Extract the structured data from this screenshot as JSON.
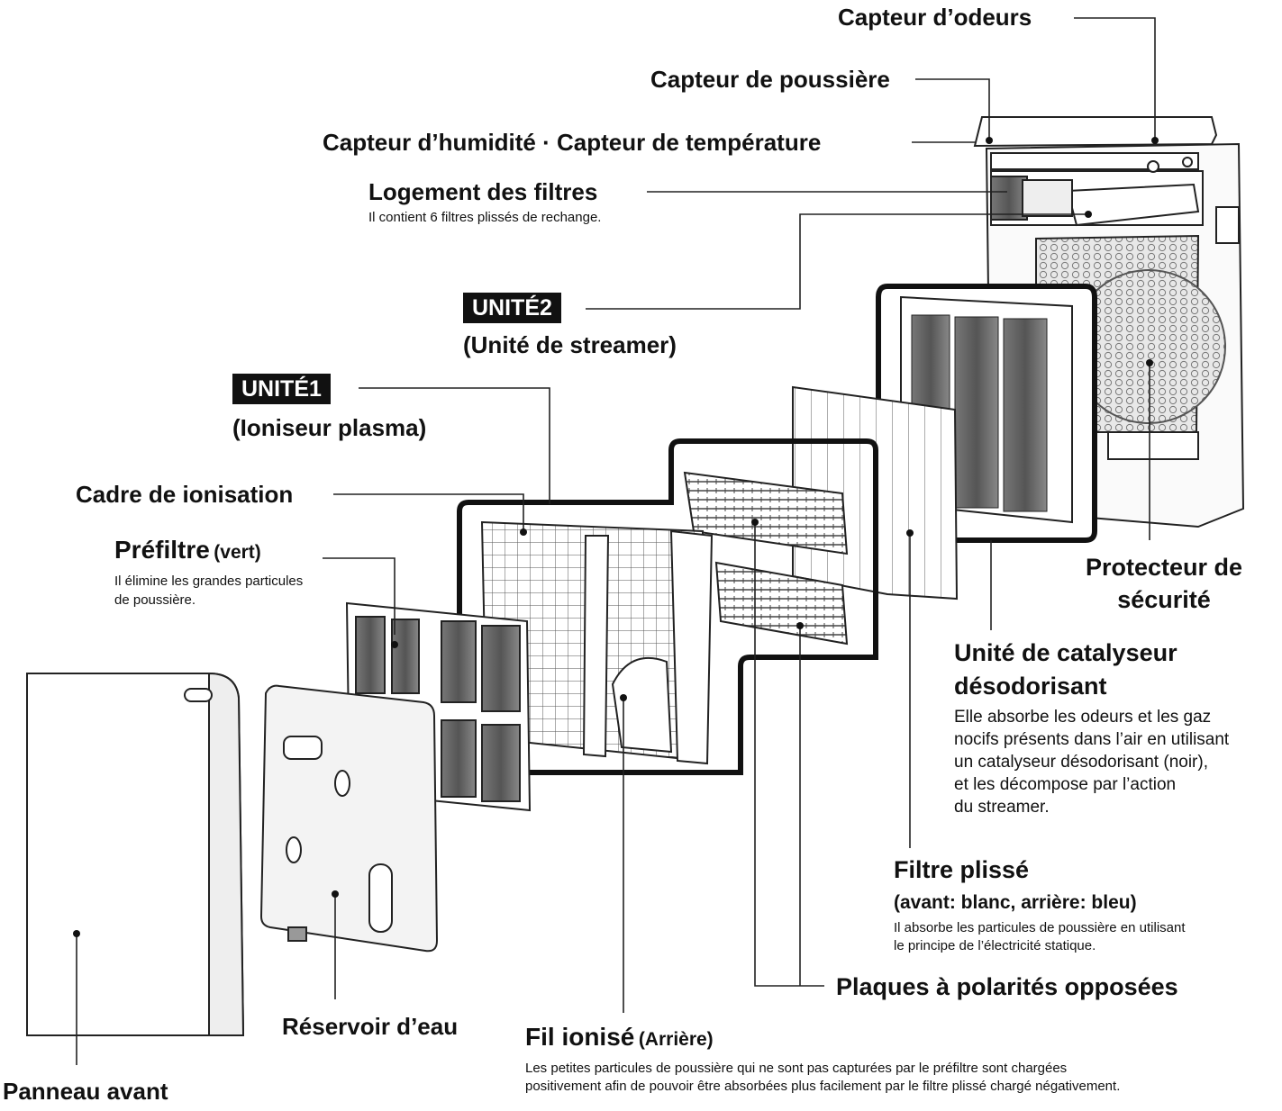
{
  "labels": {
    "odor_sensor": "Capteur d’odeurs",
    "dust_sensor": "Capteur de poussière",
    "humidity_temp_sensor": "Capteur d’humidité · Capteur de température",
    "filter_storage": {
      "title": "Logement des filtres",
      "note": "Il contient 6 filtres plissés de rechange."
    },
    "unit2": {
      "badge": "UNITÉ2",
      "subtitle": "(Unité de streamer)"
    },
    "unit1": {
      "badge": "UNITÉ1",
      "subtitle": "(Ioniseur plasma)"
    },
    "ionization_frame": "Cadre de ionisation",
    "prefilter": {
      "title": "Préfiltre",
      "suffix": "(vert)",
      "note_line1": "Il élimine les grandes particules",
      "note_line2": "de poussière."
    },
    "safety_guard": {
      "line1": "Protecteur de",
      "line2": "sécurité"
    },
    "catalyst_unit": {
      "title_line1": "Unité de catalyseur",
      "title_line2": "désodorisant",
      "note_line1": "Elle absorbe les odeurs et les gaz",
      "note_line2": "nocifs présents dans l’air en utilisant",
      "note_line3": "un catalyseur désodorisant (noir),",
      "note_line4": "et les décompose par l’action",
      "note_line5": "du streamer."
    },
    "pleated_filter": {
      "title": "Filtre plissé",
      "subtitle": "(avant: blanc, arrière: bleu)",
      "note_line1": "Il absorbe les particules de poussière en utilisant",
      "note_line2": "le principe de l’électricité statique."
    },
    "opposite_plates": "Plaques à polarités opposées",
    "water_tank": "Réservoir d’eau",
    "ionized_wire": {
      "title": "Fil ionisé",
      "suffix": "(Arrière)",
      "note_line1": "Les petites particules de poussière qui ne sont pas capturées par le préfiltre sont chargées",
      "note_line2": "positivement afin de pouvoir être absorbées plus facilement par le filtre plissé chargé négativement."
    },
    "front_panel": "Panneau avant"
  }
}
